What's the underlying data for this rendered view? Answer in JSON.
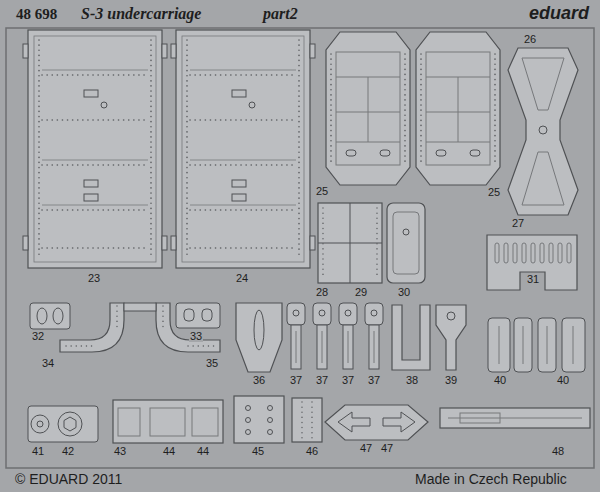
{
  "diagram": {
    "labels": [
      "48 698",
      "S-3 undercarriage",
      "part2",
      "eduard",
      "26",
      "25",
      "25",
      "27",
      "23",
      "24",
      "28",
      "29",
      "30",
      "31",
      "32",
      "33",
      "34",
      "35",
      "36",
      "37",
      "37",
      "37",
      "37",
      "38",
      "39",
      "40",
      "40",
      "41",
      "42",
      "43",
      "44",
      "44",
      "45",
      "46",
      "47",
      "47",
      "48",
      "© EDUARD 2011",
      "Made in Czech Republic"
    ]
  }
}
